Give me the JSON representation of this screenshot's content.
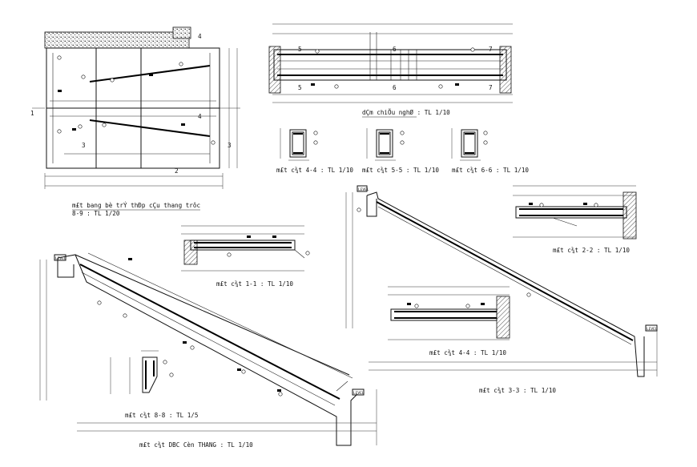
{
  "sheet": {
    "titles": {
      "plan": "m£t bang bè trÝ thÐp cÇu thang trôc",
      "plan_axis": "8-9   : TL 1/20",
      "beam": "dÇm chiÕu nghØ   : TL 1/10",
      "sec44a": "m£t c¾t 4-4  : TL 1/10",
      "sec55": "m£t c¾t 5-5  : TL 1/10",
      "sec66": "m£t c¾t 6-6  : TL 1/10",
      "sec22": "m£t c¾t 2-2  : TL 1/10",
      "sec11": "m£t c¾t 1-1  : TL 1/10",
      "sec44b": "m£t c¾t 4-4  : TL 1/10",
      "sec33": "m£t c¾t 3-3  : TL 1/10",
      "sec88": "m£t c¾t 8-8  : TL 1/5",
      "stair": "m£t c¾t DBC  Cèn  THANG  : TL 1/10"
    },
    "section_marks": {
      "one": "1",
      "two": "2",
      "three": "3",
      "four": "4",
      "five": "5",
      "six": "6",
      "seven": "7"
    },
    "level_tag": "LEVEL"
  }
}
